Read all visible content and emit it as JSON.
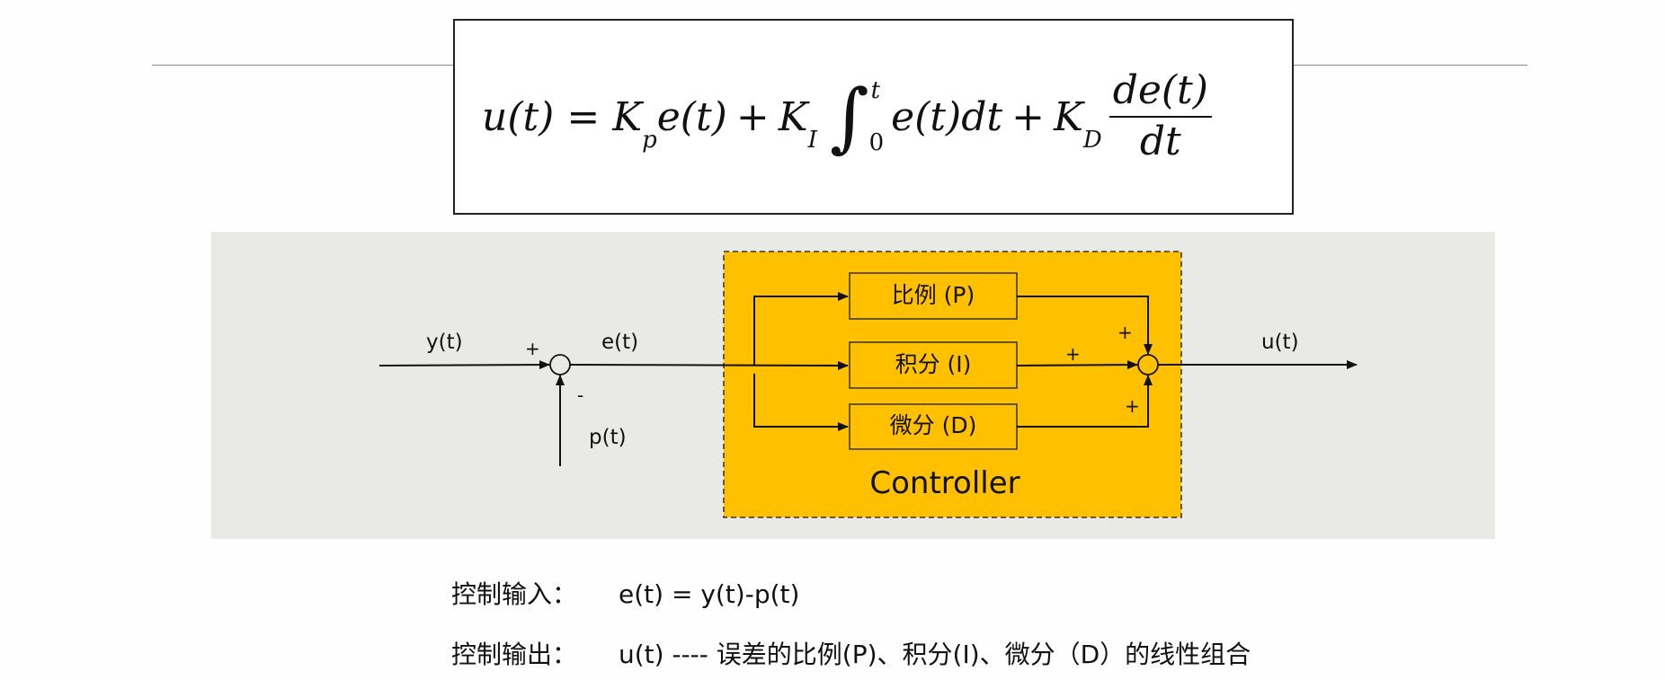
{
  "formula": {
    "lhs": "u(t)",
    "eq": "=",
    "kp": "K",
    "kp_sub": "p",
    "term1": "e(t)",
    "plus": "+",
    "ki": "K",
    "ki_sub": "I",
    "integral_sign": "∫",
    "integral_upper": "t",
    "integral_lower": "0",
    "integrand": "e(t)dt",
    "kd": "K",
    "kd_sub": "D",
    "frac_num": "de(t)",
    "frac_den": "dt"
  },
  "diagram": {
    "input_label": "y(t)",
    "error_label": "e(t)",
    "feedback_label": "p(t)",
    "output_label": "u(t)",
    "plus_sign": "+",
    "minus_sign": "-",
    "blocks": [
      {
        "label": "比例 (P)"
      },
      {
        "label": "积分 (I)"
      },
      {
        "label": "微分 (D)"
      }
    ],
    "controller_label": "Controller",
    "colors": {
      "panel": "#e9e9e5",
      "controller": "#ffc000",
      "line": "#111111"
    }
  },
  "description": {
    "input_key": "控制输入：",
    "input_value": "e(t) = y(t)-p(t)",
    "output_key": "控制输出：",
    "output_value": "u(t) ---- 误差的比例(P)、积分(I)、微分（D）的线性组合"
  }
}
